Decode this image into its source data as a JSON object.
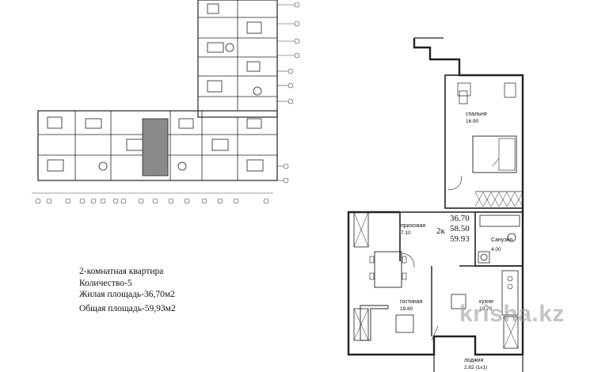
{
  "info": {
    "line1": "2-комнатная квартира",
    "line2": "Количество-5",
    "line3": "Жилая площадь-36,70м2",
    "line4": "Общая площадь-59,93м2"
  },
  "rooms": {
    "bedroom": {
      "name": "спальня",
      "area": "16.90"
    },
    "hall": {
      "name": "прихожая",
      "area": "7.10"
    },
    "bath": {
      "name": "Санузел",
      "area": "4.00"
    },
    "living": {
      "name": "гостиная",
      "area": "19.80"
    },
    "kitchen": {
      "name": "кухня",
      "area": "10.70"
    },
    "loggia": {
      "name": "лоджия",
      "area": "2.82 (1х1)"
    }
  },
  "totals": {
    "type": "2к",
    "living_area": "36.70",
    "area_net": "58.50",
    "area_total": "59.93"
  },
  "watermark": {
    "text": "krisha.kz"
  },
  "colors": {
    "line": "#222222",
    "highlight": "#8a8a8a",
    "axis": "#444444"
  }
}
